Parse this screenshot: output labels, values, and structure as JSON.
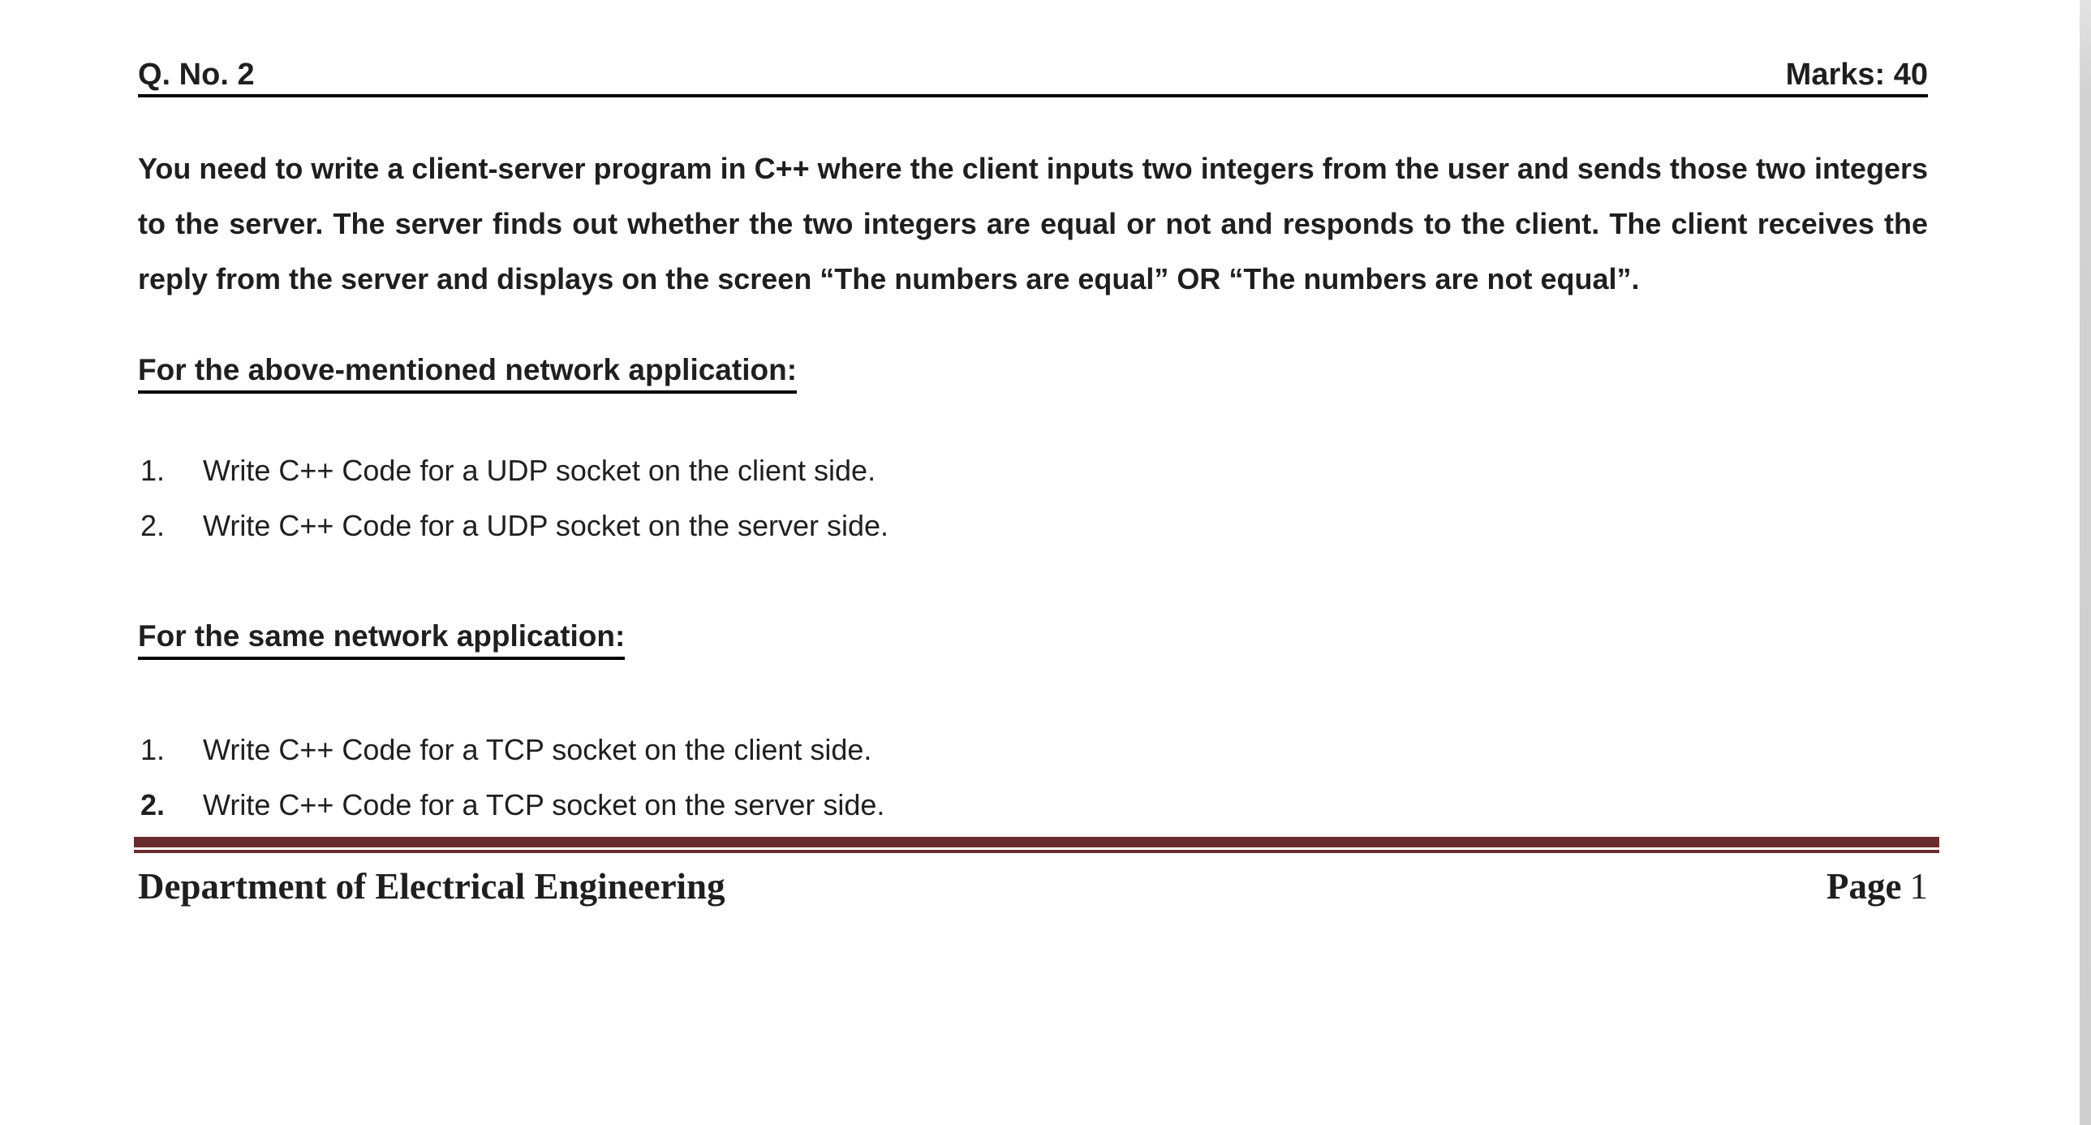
{
  "page": {
    "header": {
      "question": "Q. No. 2",
      "marks": "Marks: 40"
    },
    "body": {
      "paragraph": "You need to write a client-server program in C++ where the client inputs two integers from the user and sends those two integers to the server. The server finds out whether the two integers are equal or not and responds to the client. The client receives the reply from the server and displays on the screen “The numbers are equal” OR “The numbers are not equal”.",
      "section_udp": {
        "heading": "For the above-mentioned network application:",
        "items": [
          {
            "num": "1.",
            "text": "Write C++ Code for a UDP socket on the client side."
          },
          {
            "num": "2.",
            "text": "Write C++ Code for a UDP socket on the server side."
          }
        ]
      },
      "section_tcp": {
        "heading": "For the same network application:",
        "items": [
          {
            "num": "1.",
            "text": "Write C++ Code for a TCP socket on the client side."
          },
          {
            "num": "2.",
            "text": "Write C++ Code for a TCP socket on the server side."
          }
        ]
      }
    },
    "footer": {
      "department": "Department of Electrical Engineering",
      "page_label": "Page",
      "page_number": "1"
    },
    "colors": {
      "divider": "#682c2c",
      "text": "#1f1f1f"
    }
  }
}
